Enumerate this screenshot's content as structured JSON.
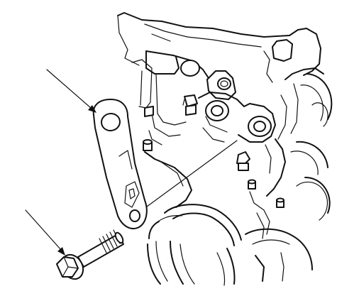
{
  "figure": {
    "type": "exploded-view",
    "parts": [
      "engine-block",
      "crankshaft-pulley",
      "bracket",
      "flange-bolt"
    ],
    "leader_count": 2
  },
  "colors": {
    "background": "#ffffff",
    "line": "#111111"
  }
}
